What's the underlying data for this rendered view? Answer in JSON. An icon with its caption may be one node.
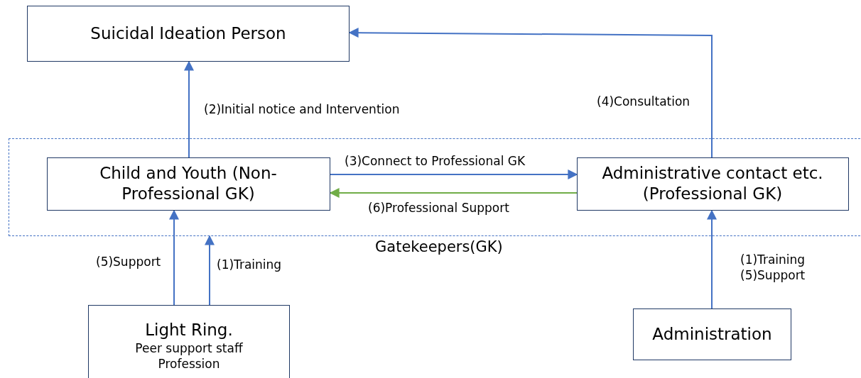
{
  "diagram": {
    "nodes": [
      {
        "text": [
          "Suicidal Ideation Person"
        ]
      },
      {
        "text": [
          "Gatekeepers(GK)"
        ]
      },
      {
        "text": [
          "Child and Youth (Non-Professional GK)"
        ],
        "in": 1
      },
      {
        "text": [
          "Administrative contact etc. (Professional GK)"
        ],
        "in": 1
      },
      {
        "text": [
          "Light Ring.",
          "Peer support staff Profession"
        ]
      },
      {
        "text": [
          "Administration"
        ]
      }
    ],
    "edges": [
      {
        "from": 2,
        "to": 0,
        "arrow": "to",
        "label": "(2)Initial notice and Intervention"
      },
      {
        "from": 3,
        "to": 0,
        "arrow": "to",
        "label": "(4)Consultation"
      },
      {
        "from": 2,
        "to": 3,
        "arrow": "to",
        "label": "(3)Connect to Professional GK"
      },
      {
        "from": 3,
        "to": 2,
        "arrow": "to",
        "label": "(6)Professional Support",
        "color": "#70ad47"
      },
      {
        "from": 4,
        "to": 2,
        "arrow": "to",
        "label": "(5)Support"
      },
      {
        "from": 4,
        "to": 1,
        "arrow": "to",
        "label": "(1)Training"
      },
      {
        "from": 5,
        "to": 3,
        "arrow": "to",
        "label": "(1)Training (5)Support"
      }
    ]
  }
}
